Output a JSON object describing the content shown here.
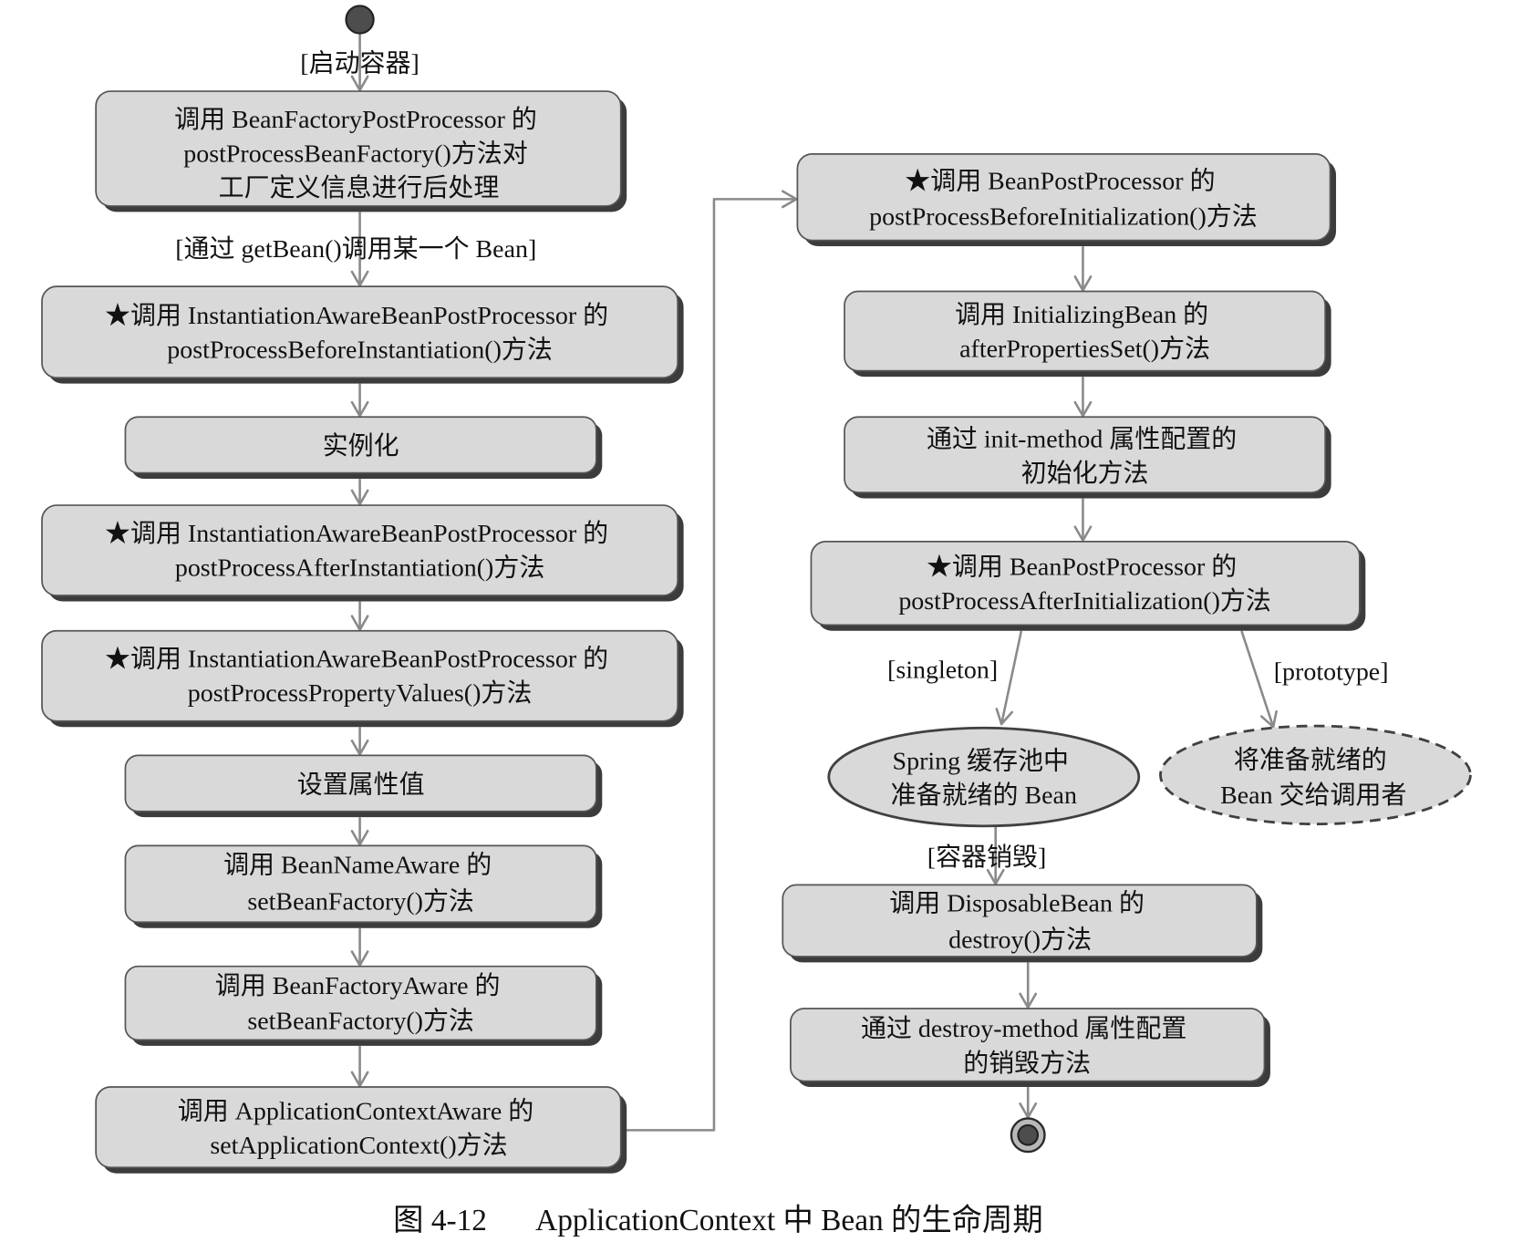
{
  "guards": {
    "start": "[启动容器]",
    "get_bean": "[通过 getBean()调用某一个 Bean]",
    "singleton": "[singleton]",
    "prototype": "[prototype]",
    "destroy": "[容器销毁]"
  },
  "steps": [
    {
      "lines": [
        "调用 BeanFactoryPostProcessor 的",
        "postProcessBeanFactory()方法对",
        "工厂定义信息进行后处理"
      ]
    },
    {
      "lines": [
        "★调用 InstantiationAwareBeanPostProcessor 的",
        "postProcessBeforeInstantiation()方法"
      ]
    },
    {
      "lines": [
        "实例化"
      ]
    },
    {
      "lines": [
        "★调用 InstantiationAwareBeanPostProcessor 的",
        "postProcessAfterInstantiation()方法"
      ]
    },
    {
      "lines": [
        "★调用 InstantiationAwareBeanPostProcessor 的",
        "postProcessPropertyValues()方法"
      ]
    },
    {
      "lines": [
        "设置属性值"
      ]
    },
    {
      "lines": [
        "调用 BeanNameAware 的",
        "setBeanFactory()方法"
      ]
    },
    {
      "lines": [
        "调用 BeanFactoryAware 的",
        "setBeanFactory()方法"
      ]
    },
    {
      "lines": [
        "调用 ApplicationContextAware 的",
        "setApplicationContext()方法"
      ]
    },
    {
      "lines": [
        "★调用 BeanPostProcessor 的",
        "postProcessBeforeInitialization()方法"
      ]
    },
    {
      "lines": [
        "调用 InitializingBean 的",
        "afterPropertiesSet()方法"
      ]
    },
    {
      "lines": [
        "通过 init-method 属性配置的",
        "初始化方法"
      ]
    },
    {
      "lines": [
        "★调用 BeanPostProcessor 的",
        "postProcessAfterInitialization()方法"
      ]
    },
    {
      "lines": [
        "调用 DisposableBean 的",
        "destroy()方法"
      ]
    },
    {
      "lines": [
        "通过 destroy-method 属性配置",
        "的销毁方法"
      ]
    }
  ],
  "outcomes": [
    {
      "lines": [
        "Spring 缓存池中",
        "准备就绪的 Bean"
      ]
    },
    {
      "lines": [
        "将准备就绪的",
        "Bean 交给调用者"
      ]
    }
  ],
  "caption": {
    "number": "图 4-12",
    "title": "ApplicationContext 中 Bean 的生命周期"
  },
  "colors": {
    "box_fill": "#d9d9d9",
    "box_border": "#555555",
    "shadow": "#3c3c3c",
    "arrow": "#8a8a8a",
    "node": "#4d4d4d"
  }
}
